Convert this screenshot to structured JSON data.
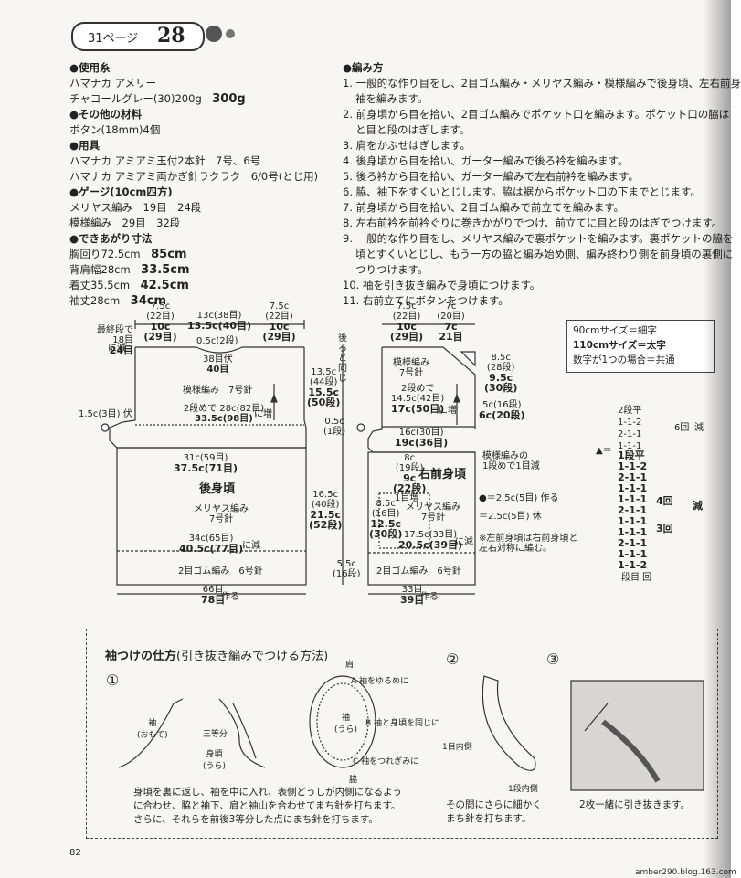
{
  "header": {
    "page_ref": "31ページ",
    "pattern_no": "28"
  },
  "materials": {
    "yarn_h": "●使用糸",
    "yarn_brand": "ハマナカ アメリー",
    "yarn_color": "チャコールグレー(30)200g",
    "yarn_color_big": "300g",
    "other_h": "●その他の材料",
    "other": "ボタン(18mm)4個",
    "tools_h": "●用具",
    "tools_1": "ハマナカ アミアミ玉付2本針　7号、6号",
    "tools_2": "ハマナカ アミアミ両かぎ針ラクラク　6/0号(とじ用)",
    "gauge_h": "●ゲージ(10cm四方)",
    "gauge_1": "メリヤス編み　19目　24段",
    "gauge_2": "模様編み　29目　32段",
    "size_h": "●できあがり寸法",
    "size_1": "胸回り72.5cm",
    "size_1b": "85cm",
    "size_2": "背肩幅28cm",
    "size_2b": "33.5cm",
    "size_3": "着丈35.5cm",
    "size_3b": "42.5cm",
    "size_4": "袖丈28cm",
    "size_4b": "34cm"
  },
  "steps": {
    "h": "●編み方",
    "s1": "1. 一般的な作り目をし、2目ゴム編み・メリヤス編み・模様編みで後身頃、左右前身",
    "s1b": "袖を編みます。",
    "s2": "2. 前身頃から目を拾い、2目ゴム編みでポケット口を編みます。ポケット口の脇は",
    "s2b": "と目と段のはぎします。",
    "s3": "3. 肩をかぶせはぎします。",
    "s4": "4. 後身頃から目を拾い、ガーター編みで後ろ衿を編みます。",
    "s5": "5. 後ろ衿から目を拾い、ガーター編みで左右前衿を編みます。",
    "s6": "6. 脇、袖下をすくいとじします。脇は裾からポケット口の下までとじます。",
    "s7": "7. 前身頃から目を拾い、2目ゴム編みで前立てを編みます。",
    "s8": "8. 左右前衿を前衿ぐりに巻きかがりでつけ、前立てに目と段のはぎでつけます。",
    "s9": "9. 一般的な作り目をし、メリヤス編みで裏ポケットを編みます。裏ポケットの脇を",
    "s9b": "頃とすくいとじし、もう一方の脇と編み始め側、編み終わり側を前身頃の裏側に",
    "s9c": "つりつけます。",
    "s10": "10. 袖を引き抜き編みで身頃につけます。",
    "s11": "11. 右前立てにボタンをつけます。"
  },
  "legend": {
    "l1": "90cmサイズ＝細字",
    "l2": "110cmサイズ＝太字",
    "l3": "数字が1つの場合＝共通"
  },
  "back": {
    "w1a": "7.5c",
    "w1b": "(22目)",
    "w1c": "10c",
    "w1d": "(29目)",
    "w2a": "13c(38目)",
    "w2b": "13.5c(40目)",
    "w3a": "7.5c",
    "w3b": "(22目)",
    "w3c": "10c",
    "w3d": "(29目)",
    "last1": "最終段で",
    "last2": "18目",
    "last3": "24目",
    "last4": "に減",
    "neck": "0.5c(2段)",
    "bo1": "38目",
    "bo2": "40目",
    "bo3": "伏",
    "pat": "模様編み　7号針",
    "inc1": "2段めで",
    "inc2a": "28c(82目)",
    "inc2b": "33.5c(98目)",
    "inc3": "に増",
    "arm": "1.5c(3目) 伏",
    "width1": "31c(59目)",
    "width2": "37.5c(71目)",
    "name": "後身頃",
    "st1": "メリヤス編み",
    "st2": "7号針",
    "dec1": "34c(65目)",
    "dec2": "40.5c(77目)",
    "dec3": "に減",
    "rib": "2目ゴム編み　6号針",
    "cast1": "66目",
    "cast2": "78目",
    "cast3": "作る"
  },
  "front": {
    "same": "後ろと同じ",
    "h1": "13.5c",
    "h2": "(44段)",
    "h3": "15.5c",
    "h4": "(50段)",
    "h5": "0.5c",
    "h6": "(1段)",
    "h7": "16.5c",
    "h8": "(40段)",
    "h9": "21.5c",
    "h10": "(52段)",
    "h11": "5.5c",
    "h12": "(16段)",
    "w1a": "7.5c",
    "w1b": "(22目)",
    "w1c": "10c",
    "w1d": "(29目)",
    "w2a": "7c",
    "w2b": "(20目)",
    "w2c": "7c",
    "w2d": "21目",
    "pat1": "模様編み",
    "pat2": "7号針",
    "d1": "2段めで",
    "d2": "14.5c(42目)",
    "d3": "17c(50目)",
    "d4": "に増",
    "r1": "8.5c",
    "r2": "(28段)",
    "r3": "9.5c",
    "r4": "(30段)",
    "r5": "5c(16段)",
    "r6": "6c(20段)",
    "wb1": "16c(30目)",
    "wb2": "19c(36目)",
    "pd1": "模様編みの",
    "pd2": "1段めで1目減",
    "p1": "8c",
    "p2": "(19段)",
    "p3": "9c",
    "p4": "(22段)",
    "p5": "1目増",
    "name": "右前身頃",
    "p6": "8.5c",
    "p7": "(16目)",
    "p8": "12.5c",
    "p9": "(30段)",
    "st1": "メリヤス編み",
    "st2": "7号針",
    "p10": "17.5c(33目)",
    "p11": "20.5c(39目)",
    "p12": "に減",
    "k1": "●＝2.5c(5目) 作る",
    "k2": "＝2.5c(5目) 休",
    "note1": "※左前身頃は右前身頃と",
    "note2": "左右対称に編む。",
    "rib": "2目ゴム編み　6号針",
    "cast1": "33目",
    "cast2": "39目",
    "cast3": "作る"
  },
  "shaping": {
    "a1": "2段平",
    "a2": "1-1-2",
    "a3": "2-1-1",
    "a4": "1-1-1",
    "a5": "6回",
    "a6": "減",
    "tri": "▲＝",
    "b1": "1段平",
    "b2": "1-1-2",
    "b3": "2-1-1",
    "b4": "1-1-1",
    "b5": "1-1-1",
    "b6": "2-1-1",
    "b7": "1-1-1",
    "b8": "1-1-1",
    "b9": "2-1-1",
    "b10": "1-1-1",
    "b11": "1-1-2",
    "c1": "4回",
    "c2": "3回",
    "c3": "減",
    "c4": "段目 回"
  },
  "howto": {
    "title": "袖つけの仕方",
    "title2": "(引き抜き編みでつける方法)",
    "n1": "①",
    "n2": "②",
    "n3": "③",
    "sleeve1": "袖",
    "sleeve2": "(おもて)",
    "thirds": "三等分",
    "body1": "身頃",
    "body2": "(うら)",
    "shoulder": "肩",
    "a1": "A 袖をゆるめに",
    "sl1": "袖",
    "sl2": "(うら)",
    "b1": "B 袖と身頃を同じに",
    "c1": "C 袖をつれぎみに",
    "side": "脇",
    "row1": "1目内側",
    "row2": "1段内側",
    "cap1": "身頃を裏に返し、袖を中に入れ、表側どうしが内側になるよう",
    "cap2": "に合わせ、脇と袖下、肩と袖山を合わせてまち針を打ちます。",
    "cap3": "さらに、それらを前後3等分した点にまち針を打ちます。",
    "cap4": "その間にさらに細かく",
    "cap5": "まち針を打ちます。",
    "cap6": "2枚一緒に引き抜きます。"
  },
  "footer": {
    "page": "82",
    "url": "amber290.blog.163.com"
  }
}
